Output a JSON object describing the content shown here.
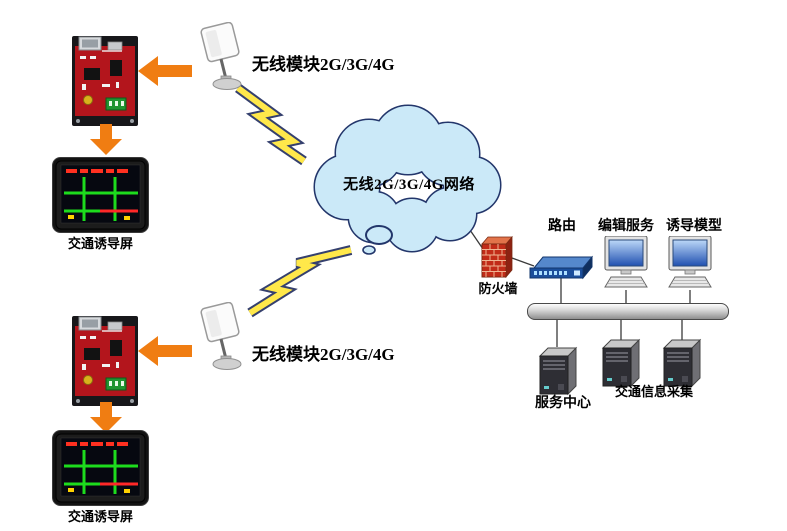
{
  "labels": {
    "wireless_module_top": "无线模块2G/3G/4G",
    "wireless_module_bottom": "无线模块2G/3G/4G",
    "cloud_network": "无线2G/3G/4G网络",
    "guidance_screen_top": "交通诱导屏",
    "guidance_screen_bottom": "交通诱导屏",
    "router": "路由",
    "editing_service": "编辑服务",
    "guidance_model": "诱导模型",
    "firewall": "防火墙",
    "service_center": "服务中心",
    "traffic_info_collection": "交通信息采集"
  },
  "colors": {
    "arrow_orange": "#F07D12",
    "cloud_fill": "#CBE9F8",
    "cloud_outline": "#23366B",
    "lightning_fill": "#FFE84A",
    "lightning_outline": "#35406E",
    "pcb_red": "#B3151C",
    "road_green": "#1DDC1D",
    "alert_red": "#FF2828",
    "firewall_red": "#C22B18",
    "router_blue": "#1B4E9B",
    "monitor_screen_blue": "#2050B0"
  }
}
